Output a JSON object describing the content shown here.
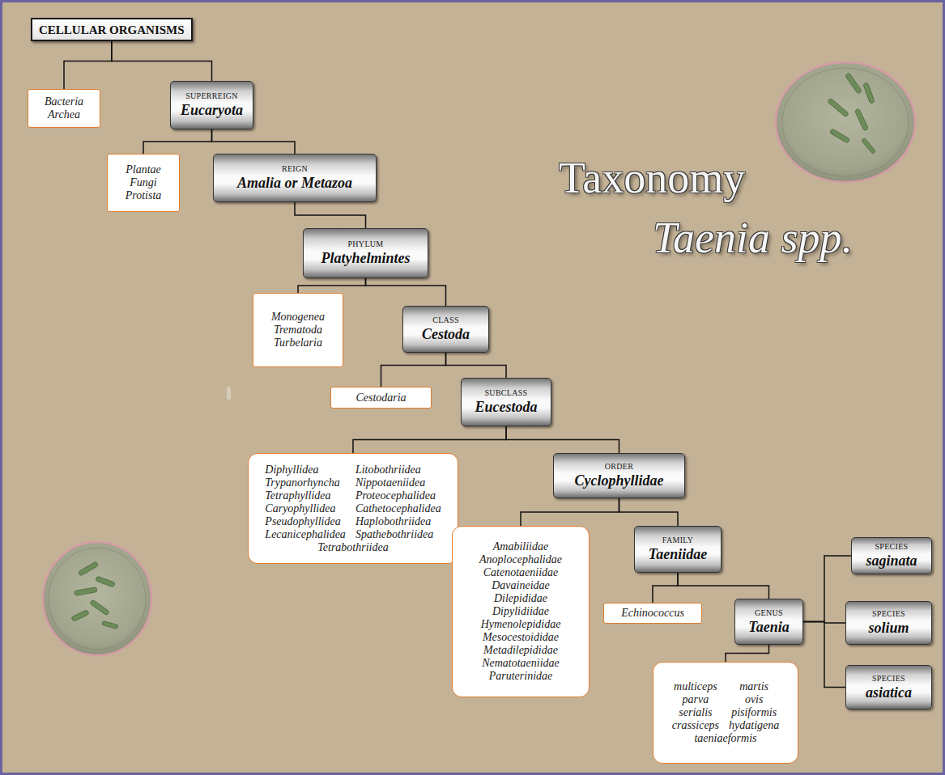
{
  "diagram": {
    "title": "Taxonomy",
    "nodes": [
      {
        "text": [
          "CELLULAR ORGANISMS"
        ]
      },
      {
        "text": [
          "Bacteria",
          "Archea"
        ]
      },
      {
        "text": [
          "SUPERREIGN",
          "Eucaryota"
        ]
      },
      {
        "text": [
          "Plantae",
          "Fungi",
          "Protista"
        ]
      },
      {
        "text": [
          "REIGN",
          "Amalia or Metazoa"
        ]
      },
      {
        "text": [
          "PHYLUM",
          "Platyhelmintes"
        ]
      },
      {
        "text": [
          "Monogenea",
          "Trematoda",
          "Turbelaria"
        ]
      },
      {
        "text": [
          "CLASS",
          "Cestoda"
        ]
      },
      {
        "text": [
          "Cestodaria"
        ]
      },
      {
        "text": [
          "SUBCLASS",
          "Eucestoda"
        ]
      },
      {
        "text": [
          "Diphyllidea",
          "Litobothriidea",
          "Trypanorhyncha",
          "Nippotaeniidea",
          "Tetraphyllidea",
          "Proteocephalidea",
          "Caryophyllidea",
          "Cathetocephalidea",
          "Pseudophyllidea",
          "Haplobothriidea",
          "Lecanicephalidea",
          "Spathebothriidea",
          "Tetrabothriidea"
        ]
      },
      {
        "text": [
          "ORDER",
          "Cyclophyllidae"
        ]
      },
      {
        "text": [
          "Amabiliidae",
          "Anoplocephalidae",
          "Catenotaeniidae",
          "Davaineidae",
          "Dilepididae",
          "Dipylidiidae",
          "Hymenolepididae",
          "Mesocestoididae",
          "Metadilepididae",
          "Nematotaeniidae",
          "Paruterinidae"
        ]
      },
      {
        "text": [
          "FAMILY",
          "Taeniidae"
        ]
      },
      {
        "text": [
          "Echinococcus"
        ]
      },
      {
        "text": [
          "GENUS",
          "Taenia"
        ]
      },
      {
        "text": [
          "SPECIES",
          "saginata"
        ]
      },
      {
        "text": [
          "SPECIES",
          "solium"
        ]
      },
      {
        "text": [
          "SPECIES",
          "asiatica"
        ]
      },
      {
        "text": [
          "multiceps",
          "martis",
          "parva",
          "ovis",
          "serialis",
          "pisiformis",
          "crassiceps",
          "hydatigena",
          "taeniaeformis"
        ]
      }
    ],
    "edges": [
      {
        "from": 0,
        "to": 1,
        "arrow": "none"
      },
      {
        "from": 0,
        "to": 2,
        "arrow": "none"
      },
      {
        "from": 2,
        "to": 3,
        "arrow": "none"
      },
      {
        "from": 2,
        "to": 4,
        "arrow": "none"
      },
      {
        "from": 4,
        "to": 5,
        "arrow": "none"
      },
      {
        "from": 5,
        "to": 6,
        "arrow": "none"
      },
      {
        "from": 5,
        "to": 7,
        "arrow": "none"
      },
      {
        "from": 7,
        "to": 8,
        "arrow": "none"
      },
      {
        "from": 7,
        "to": 9,
        "arrow": "none"
      },
      {
        "from": 9,
        "to": 10,
        "arrow": "none"
      },
      {
        "from": 9,
        "to": 11,
        "arrow": "none"
      },
      {
        "from": 11,
        "to": 12,
        "arrow": "none"
      },
      {
        "from": 11,
        "to": 13,
        "arrow": "none"
      },
      {
        "from": 13,
        "to": 14,
        "arrow": "none"
      },
      {
        "from": 13,
        "to": 15,
        "arrow": "none"
      },
      {
        "from": 15,
        "to": 16,
        "arrow": "none"
      },
      {
        "from": 15,
        "to": 17,
        "arrow": "none"
      },
      {
        "from": 15,
        "to": 18,
        "arrow": "none"
      },
      {
        "from": 15,
        "to": 19,
        "arrow": "none"
      }
    ],
    "labels": [
      "Taenia spp."
    ]
  }
}
